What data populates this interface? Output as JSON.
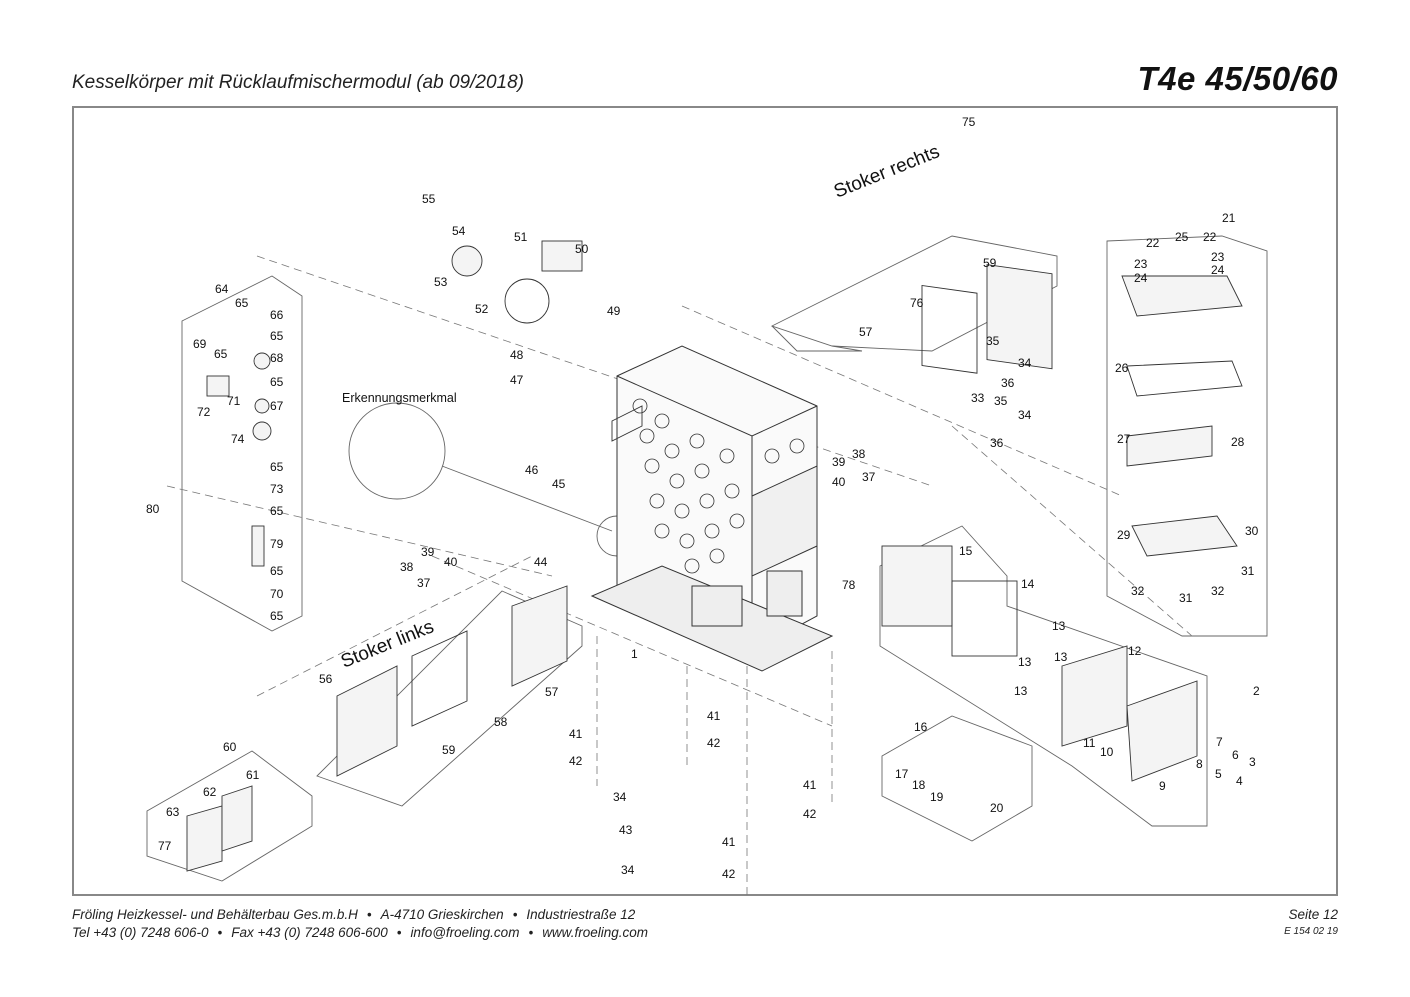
{
  "header": {
    "subtitle": "Kesselkörper mit Rücklaufmischermodul (ab 09/2018)",
    "model": "T4e 45/50/60"
  },
  "diagram": {
    "group_labels": {
      "stoker_right": "Stoker rechts",
      "stoker_left": "Stoker links",
      "marker": "Erkennungsmerkmal"
    },
    "part_numbers": [
      {
        "id": "p75",
        "text": "75"
      },
      {
        "id": "p55",
        "text": "55"
      },
      {
        "id": "p54",
        "text": "54"
      },
      {
        "id": "p51",
        "text": "51"
      },
      {
        "id": "p50",
        "text": "50"
      },
      {
        "id": "p53",
        "text": "53"
      },
      {
        "id": "p52",
        "text": "52"
      },
      {
        "id": "p49",
        "text": "49"
      },
      {
        "id": "p48",
        "text": "48"
      },
      {
        "id": "p47",
        "text": "47"
      },
      {
        "id": "p59a",
        "text": "59"
      },
      {
        "id": "p76",
        "text": "76"
      },
      {
        "id": "p57a",
        "text": "57"
      },
      {
        "id": "p21",
        "text": "21"
      },
      {
        "id": "p22a",
        "text": "22"
      },
      {
        "id": "p25",
        "text": "25"
      },
      {
        "id": "p22b",
        "text": "22"
      },
      {
        "id": "p23a",
        "text": "23"
      },
      {
        "id": "p23b",
        "text": "23"
      },
      {
        "id": "p24a",
        "text": "24"
      },
      {
        "id": "p24b",
        "text": "24"
      },
      {
        "id": "p64",
        "text": "64"
      },
      {
        "id": "p65a",
        "text": "65"
      },
      {
        "id": "p66",
        "text": "66"
      },
      {
        "id": "p65b",
        "text": "65"
      },
      {
        "id": "p69",
        "text": "69"
      },
      {
        "id": "p65c",
        "text": "65"
      },
      {
        "id": "p68",
        "text": "68"
      },
      {
        "id": "p65d",
        "text": "65"
      },
      {
        "id": "p72",
        "text": "72"
      },
      {
        "id": "p71",
        "text": "71"
      },
      {
        "id": "p67",
        "text": "67"
      },
      {
        "id": "p74",
        "text": "74"
      },
      {
        "id": "p65e",
        "text": "65"
      },
      {
        "id": "p73",
        "text": "73"
      },
      {
        "id": "p65f",
        "text": "65"
      },
      {
        "id": "p79",
        "text": "79"
      },
      {
        "id": "p65g",
        "text": "65"
      },
      {
        "id": "p70",
        "text": "70"
      },
      {
        "id": "p65h",
        "text": "65"
      },
      {
        "id": "p80",
        "text": "80"
      },
      {
        "id": "p35a",
        "text": "35"
      },
      {
        "id": "p34a",
        "text": "34"
      },
      {
        "id": "p36a",
        "text": "36"
      },
      {
        "id": "p33",
        "text": "33"
      },
      {
        "id": "p35b",
        "text": "35"
      },
      {
        "id": "p34b",
        "text": "34"
      },
      {
        "id": "p36b",
        "text": "36"
      },
      {
        "id": "p26",
        "text": "26"
      },
      {
        "id": "p27",
        "text": "27"
      },
      {
        "id": "p28",
        "text": "28"
      },
      {
        "id": "p29",
        "text": "29"
      },
      {
        "id": "p30",
        "text": "30"
      },
      {
        "id": "p31a",
        "text": "31"
      },
      {
        "id": "p32a",
        "text": "32"
      },
      {
        "id": "p31b",
        "text": "31"
      },
      {
        "id": "p32b",
        "text": "32"
      },
      {
        "id": "p46",
        "text": "46"
      },
      {
        "id": "p45",
        "text": "45"
      },
      {
        "id": "p39a",
        "text": "39"
      },
      {
        "id": "p38a",
        "text": "38"
      },
      {
        "id": "p40a",
        "text": "40"
      },
      {
        "id": "p37a",
        "text": "37"
      },
      {
        "id": "p44",
        "text": "44"
      },
      {
        "id": "p39b",
        "text": "39"
      },
      {
        "id": "p38b",
        "text": "38"
      },
      {
        "id": "p40b",
        "text": "40"
      },
      {
        "id": "p37b",
        "text": "37"
      },
      {
        "id": "p78",
        "text": "78"
      },
      {
        "id": "p15",
        "text": "15"
      },
      {
        "id": "p14",
        "text": "14"
      },
      {
        "id": "p13a",
        "text": "13"
      },
      {
        "id": "p13b",
        "text": "13"
      },
      {
        "id": "p13c",
        "text": "13"
      },
      {
        "id": "p13d",
        "text": "13"
      },
      {
        "id": "p12",
        "text": "12"
      },
      {
        "id": "p2",
        "text": "2"
      },
      {
        "id": "p1",
        "text": "1"
      },
      {
        "id": "p56",
        "text": "56"
      },
      {
        "id": "p57b",
        "text": "57"
      },
      {
        "id": "p58",
        "text": "58"
      },
      {
        "id": "p59b",
        "text": "59"
      },
      {
        "id": "p41a",
        "text": "41"
      },
      {
        "id": "p41b",
        "text": "41"
      },
      {
        "id": "p42a",
        "text": "42"
      },
      {
        "id": "p42b",
        "text": "42"
      },
      {
        "id": "p60",
        "text": "60"
      },
      {
        "id": "p61",
        "text": "61"
      },
      {
        "id": "p62",
        "text": "62"
      },
      {
        "id": "p63",
        "text": "63"
      },
      {
        "id": "p77",
        "text": "77"
      },
      {
        "id": "p34c",
        "text": "34"
      },
      {
        "id": "p43",
        "text": "43"
      },
      {
        "id": "p34d",
        "text": "34"
      },
      {
        "id": "p41c",
        "text": "41"
      },
      {
        "id": "p42c",
        "text": "42"
      },
      {
        "id": "p41d",
        "text": "41"
      },
      {
        "id": "p42d",
        "text": "42"
      },
      {
        "id": "p16",
        "text": "16"
      },
      {
        "id": "p17",
        "text": "17"
      },
      {
        "id": "p18",
        "text": "18"
      },
      {
        "id": "p19",
        "text": "19"
      },
      {
        "id": "p20",
        "text": "20"
      },
      {
        "id": "p11",
        "text": "11"
      },
      {
        "id": "p10",
        "text": "10"
      },
      {
        "id": "p7",
        "text": "7"
      },
      {
        "id": "p8",
        "text": "8"
      },
      {
        "id": "p6",
        "text": "6"
      },
      {
        "id": "p3",
        "text": "3"
      },
      {
        "id": "p5",
        "text": "5"
      },
      {
        "id": "p4",
        "text": "4"
      },
      {
        "id": "p9",
        "text": "9"
      }
    ]
  },
  "footer": {
    "company": "Fröling Heizkessel- und Behälterbau Ges.m.b.H",
    "address": "A-4710 Grieskirchen",
    "street": "Industriestraße 12",
    "tel": "Tel +43 (0) 7248 606-0",
    "fax": "Fax +43 (0) 7248 606-600",
    "email": "info@froeling.com",
    "web": "www.froeling.com",
    "page": "Seite 12",
    "doc_code": "E 154 02 19",
    "separator": "•"
  }
}
